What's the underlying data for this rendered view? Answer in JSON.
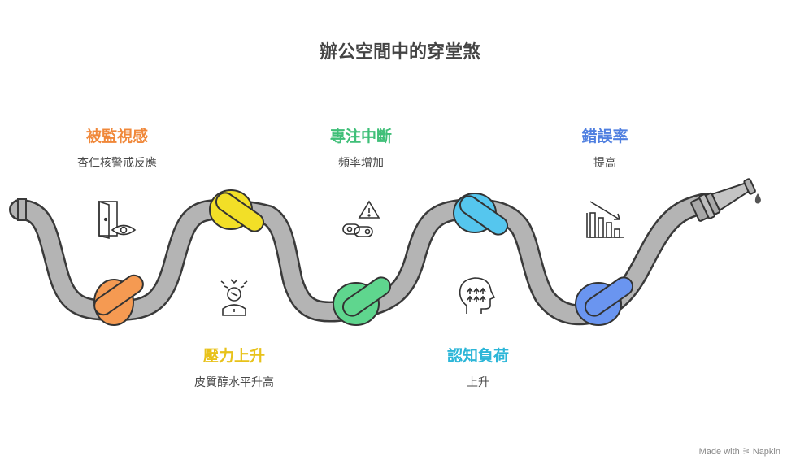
{
  "title": "辦公空間中的穿堂煞",
  "items": [
    {
      "heading": "被監視感",
      "sub": "杏仁核警戒反應",
      "color": "#f0883a",
      "icon": "door-eye-icon"
    },
    {
      "heading": "壓力上升",
      "sub": "皮質醇水平升高",
      "color": "#e8c21a",
      "icon": "stressed-person-icon"
    },
    {
      "heading": "專注中斷",
      "sub": "頻率增加",
      "color": "#3fbf78",
      "icon": "warning-chain-icon"
    },
    {
      "heading": "認知負荷",
      "sub": "上升",
      "color": "#2cb6d8",
      "icon": "head-arrows-icon"
    },
    {
      "heading": "錯誤率",
      "sub": "提高",
      "color": "#4f7fe0",
      "icon": "declining-chart-icon"
    }
  ],
  "knots": [
    {
      "color": "#f59a52"
    },
    {
      "color": "#f2df27"
    },
    {
      "color": "#5fd68e"
    },
    {
      "color": "#55c6ee"
    },
    {
      "color": "#6a95f0"
    }
  ],
  "watermark": "Made with ⚞ Napkin"
}
